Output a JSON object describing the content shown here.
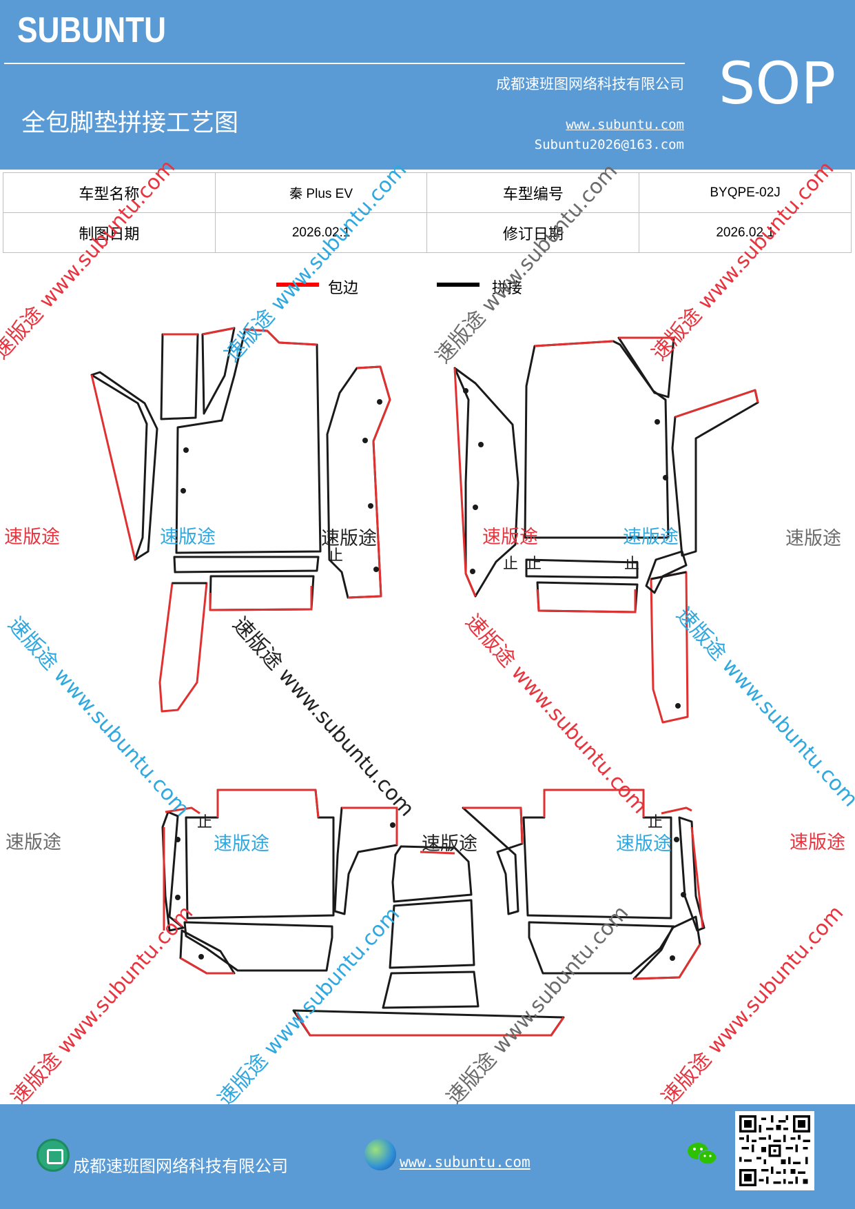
{
  "header": {
    "brand": "SUBUNTU",
    "company": "成都速班图网络科技有限公司",
    "sop": "SOP",
    "title": "全包脚垫拼接工艺图",
    "website": "www.subuntu.com",
    "email": "Subuntu2026@163.com"
  },
  "info_table": {
    "model_name_label": "车型名称",
    "model_name_value": "秦 Plus EV",
    "model_code_label": "车型编号",
    "model_code_value": "BYQPE-02J",
    "drawing_date_label": "制图日期",
    "drawing_date_value": "2026.02.1",
    "revision_date_label": "修订日期",
    "revision_date_value": "2026.02.1"
  },
  "legend": {
    "items": [
      {
        "label": "包边",
        "color": "#ff0000"
      },
      {
        "label": "拼接",
        "color": "#000000"
      }
    ]
  },
  "diagram": {
    "edge_color": "#e03030",
    "seam_color": "#1a1a1a",
    "stop_mark": "止"
  },
  "watermarks": {
    "brand_cn": "速版途",
    "url": "www.subuntu.com",
    "combo": "速版途 www.subuntu.com",
    "colors": {
      "red": "#e8343f",
      "blue": "#2fa8e0",
      "gray": "#6b6b6b",
      "black": "#222222"
    }
  },
  "footer": {
    "company": "成都速班图网络科技有限公司",
    "website": "www.subuntu.com",
    "home_icon": "home-icon",
    "globe_icon": "globe-icon",
    "wechat_icon": "wechat-icon",
    "qr_code": "qr-code"
  }
}
